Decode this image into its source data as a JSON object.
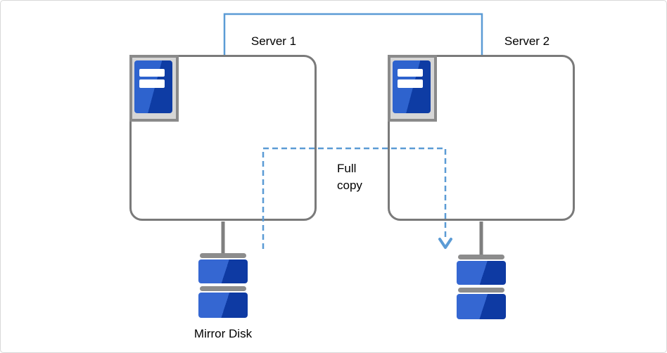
{
  "diagram": {
    "server1": {
      "label": "Server 1"
    },
    "server2": {
      "label": "Server 2"
    },
    "full_copy": {
      "label": "Full\ncopy"
    },
    "mirror_disk": {
      "label": "Mirror Disk"
    },
    "colors": {
      "link_blue": "#5B9BD5",
      "box_border_gray": "#7A7A7A",
      "connector_gray": "#7F7F7F",
      "disk_cap_gray": "#8C8C8C",
      "icon_frame_gray": "#8A8A8A",
      "icon_frame_fill": "#D6D6D6",
      "blue_light": "#2E63CE",
      "blue_dark": "#0E3CA4",
      "text": "#000000"
    }
  }
}
